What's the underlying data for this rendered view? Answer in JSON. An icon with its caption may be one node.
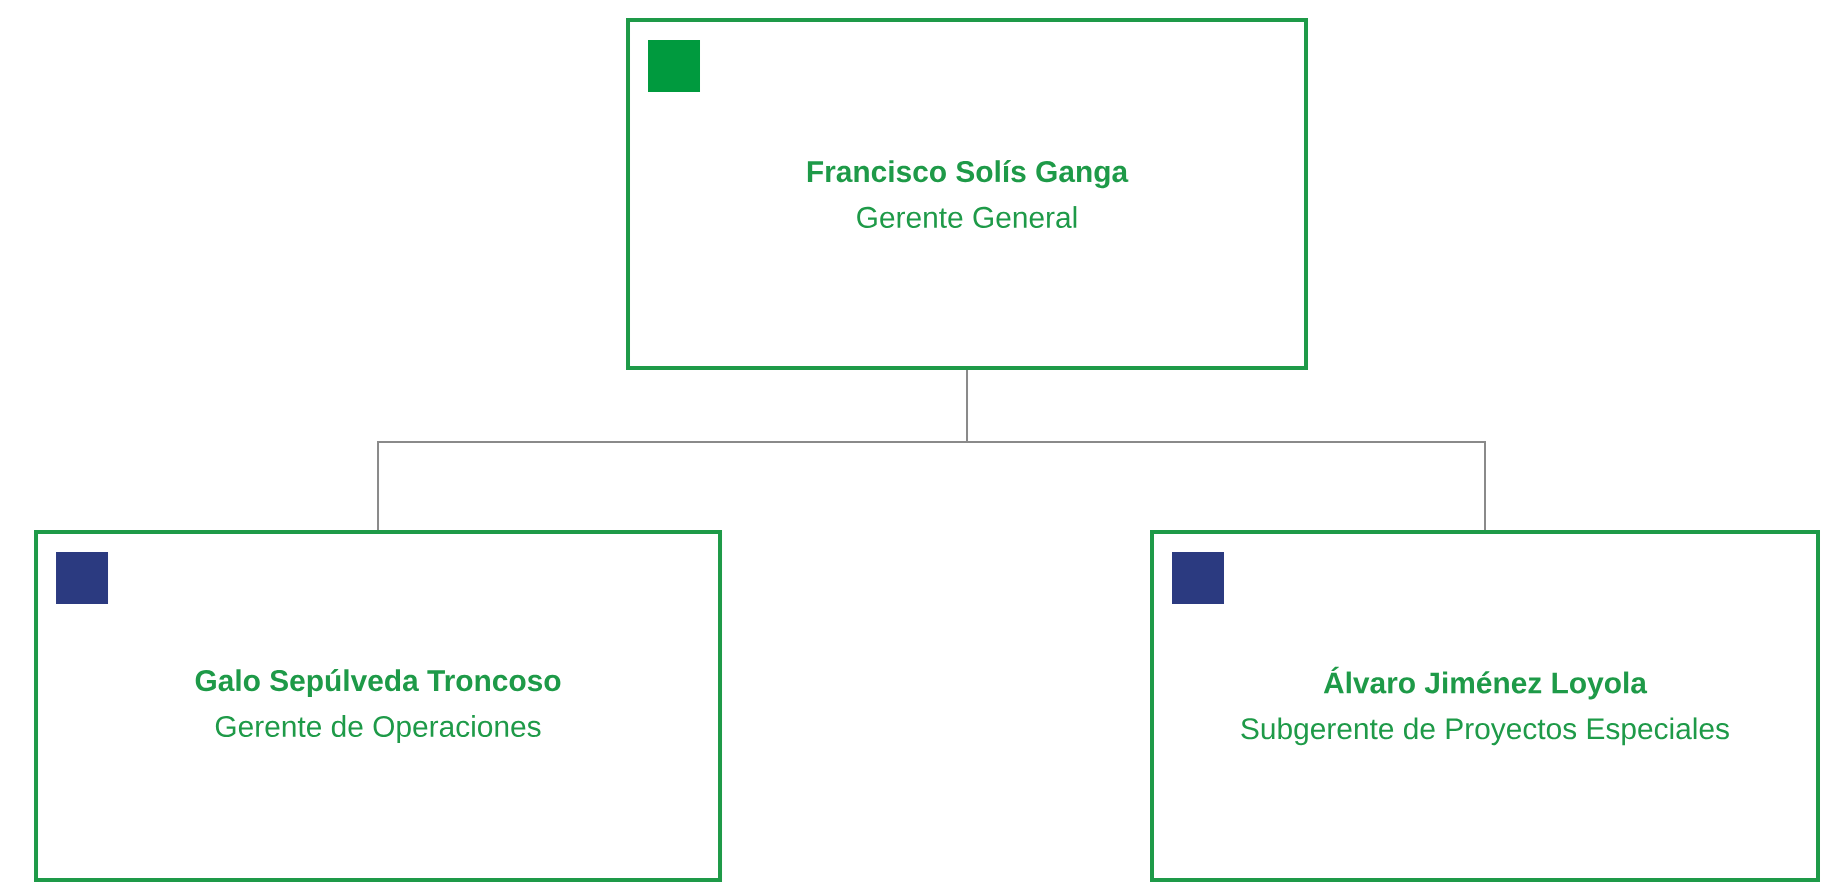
{
  "diagram": {
    "nodes": [
      {
        "text": [
          "Francisco Solís Ganga",
          "Gerente General"
        ]
      },
      {
        "text": [
          "Galo Sepúlveda Troncoso",
          "Gerente de Operaciones"
        ]
      },
      {
        "text": [
          "Álvaro Jiménez Loyola",
          "Subgerente de Proyectos Especiales"
        ]
      }
    ],
    "edges": [
      {
        "from": 0,
        "to": 1,
        "arrow": "none"
      },
      {
        "from": 0,
        "to": 2,
        "arrow": "none"
      }
    ]
  }
}
